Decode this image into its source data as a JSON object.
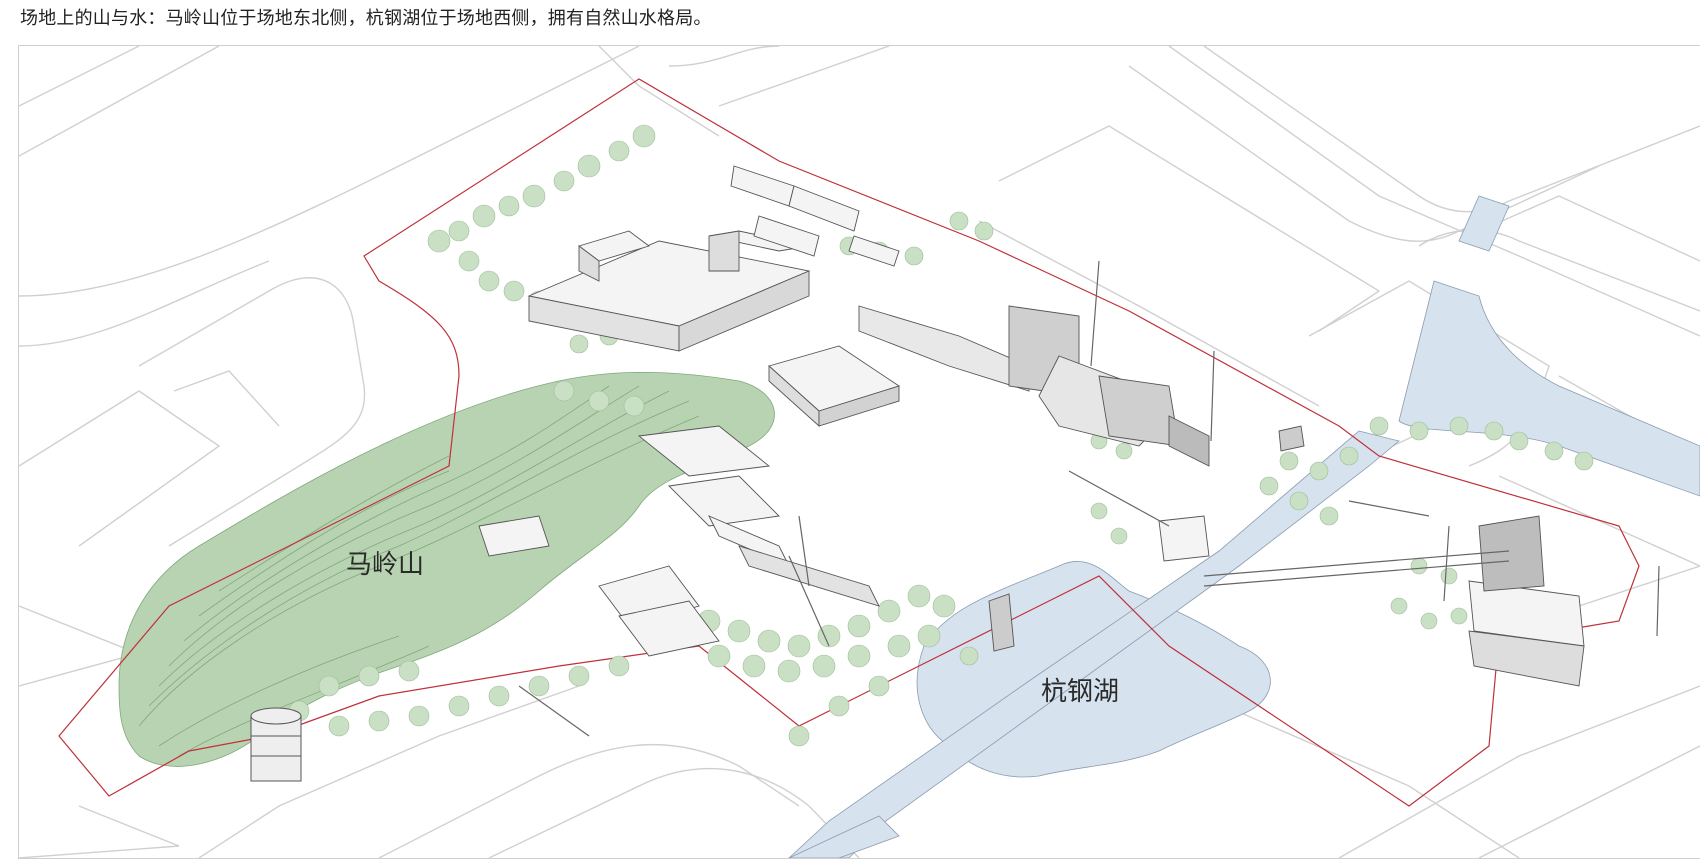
{
  "caption": "场地上的山与水：马岭山位于场地东北侧，杭钢湖位于场地西侧，拥有自然山水格局。",
  "map": {
    "labels": {
      "hill": "马岭山",
      "lake": "杭钢湖"
    },
    "colors": {
      "road_outline": "#cfcfcf",
      "site_boundary": "#c0303a",
      "water": "#d6e2ee",
      "hill_vegetation": "#a9c9a4",
      "trees": "#c3dcc0",
      "building_line": "#555555"
    }
  }
}
